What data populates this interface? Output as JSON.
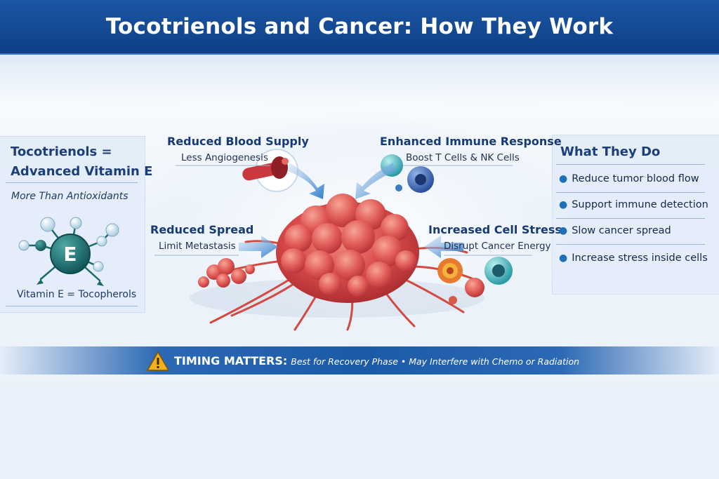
{
  "title": "Tocotrienols and Cancer: How They Work",
  "left_panel": {
    "heading_line1": "Tocotrienols =",
    "heading_line2": "Advanced Vitamin E",
    "subheading": "More Than Antioxidants",
    "molecule_letter": "E",
    "caption": "Vitamin E = Tocopherols"
  },
  "callouts": {
    "blood": {
      "title": "Reduced Blood Supply",
      "subtitle": "Less Angiogenesis"
    },
    "immune": {
      "title": "Enhanced Immune Response",
      "subtitle": "Boost T Cells & NK Cells"
    },
    "spread": {
      "title": "Reduced Spread",
      "subtitle": "Limit Metastasis"
    },
    "stress": {
      "title": "Increased Cell Stress",
      "subtitle": "Disrupt Cancer Energy"
    }
  },
  "right_panel": {
    "title": "What They Do",
    "items": [
      "Reduce tumor blood flow",
      "Support immune detection",
      "Slow cancer spread",
      "Increase stress inside cells"
    ]
  },
  "banner": {
    "strong": "TIMING MATTERS:",
    "rest": "Best for Recovery Phase • May Interfere with Chemo or Radiation"
  },
  "colors": {
    "header_blue": "#1b56a3",
    "accent_blue": "#1d6fb8",
    "tumor_red": "#d94a48",
    "molecule_teal": "#1b6b6c",
    "warning_yellow": "#f2b01e"
  },
  "icons": [
    "vitamin-e-molecule-icon",
    "blood-vessel-icon",
    "immune-cell-icon",
    "tumor-icon",
    "warning-icon"
  ]
}
